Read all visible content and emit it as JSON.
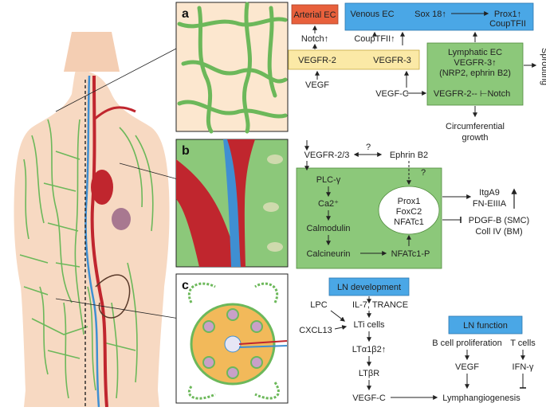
{
  "panels": {
    "a": "a",
    "b": "b",
    "c": "c"
  },
  "panel_a": {
    "arterial_ec": "Arterial EC",
    "venous_ec": "Venous EC",
    "sox18": "Sox 18↑",
    "prox1": "Prox1↑",
    "coup_tfii_right": "CoupTFII",
    "notch_up": "Notch↑",
    "coup_tfii_up": "CoupTFII↑",
    "vegfr2": "VEGFR-2",
    "vegfr3": "VEGFR-3",
    "vegf": "VEGF",
    "lymphatic_ec": "Lymphatic EC",
    "lymph_vegfr3": "VEGFR-3↑",
    "lymph_nrp2": "(NRP2, ephrin B2)",
    "sprouting": "Sprouting",
    "vegf_c": "VEGF-C",
    "vegfr2_notch": "VEGFR-2-- ⊢Notch",
    "circumferential_1": "Circumferential",
    "circumferential_2": "growth"
  },
  "panel_b": {
    "vegfr23": "VEGFR-2/3",
    "ephrin_b2": "Ephrin B2",
    "question1": "?",
    "question2": "?",
    "plc": "PLC-γ",
    "ca2": "Ca2⁺",
    "calmodulin": "Calmodulin",
    "calcineurin": "Calcineurin",
    "nfatc1p": "NFATc1-P",
    "prox1": "Prox1",
    "foxc2": "FoxC2",
    "nfatc1": "NFATc1",
    "itga9": "ItgA9",
    "fn_eiiia": "FN-EIIIA",
    "pdgf": "PDGF-B (SMC)",
    "coll": "Coll IV (BM)"
  },
  "panel_c": {
    "ln_development": "LN development",
    "lpc": "LPC",
    "il7": "IL-7, TRANCE",
    "cxcl13": "CXCL13",
    "lti": "LTi cells",
    "lta": "LTα1β2↑",
    "ltbr": "LTβR",
    "vegfc": "VEGF-C",
    "ln_function": "LN function",
    "bcell": "B cell proliferation",
    "tcells": "T cells",
    "vegf": "VEGF",
    "ifn": "IFN-γ",
    "lymphangio": "Lymphangiogenesis"
  },
  "colors": {
    "arterial": "#e8603c",
    "venous": "#4aa7e6",
    "growth_factor": "#fbe9a6",
    "lymphatic": "#8cc87a",
    "lymph_vessel": "#6cb85a",
    "artery": "#c0262e",
    "vein": "#3f8fd2",
    "skin": "#f7d9c2",
    "ln_label": "#4aa7e6"
  }
}
